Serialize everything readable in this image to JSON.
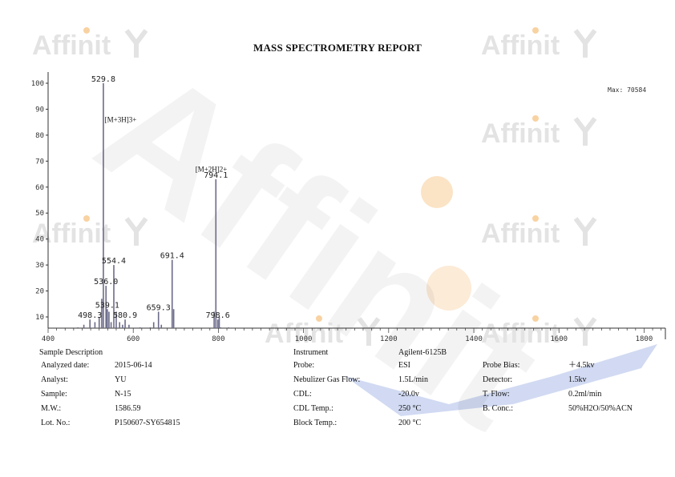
{
  "report": {
    "title": "MASS SPECTROMETRY REPORT",
    "watermark_brand": "Affinit"
  },
  "chart_data": {
    "type": "bar",
    "xlim": [
      400,
      1850
    ],
    "ylim": [
      0,
      100
    ],
    "x_ticks": [
      400,
      600,
      800,
      1000,
      1200,
      1400,
      1600,
      1800
    ],
    "y_ticks": [
      10,
      20,
      30,
      40,
      50,
      60,
      70,
      80,
      90,
      100
    ],
    "max_label": "Max: 70584",
    "peaks": [
      {
        "x": 529.8,
        "y": 100,
        "label": "529.8"
      },
      {
        "x": 794.1,
        "y": 63,
        "label": "794.1"
      },
      {
        "x": 691.4,
        "y": 32,
        "label": "691.4"
      },
      {
        "x": 554.4,
        "y": 30,
        "label": "554.4"
      },
      {
        "x": 536.0,
        "y": 22,
        "label": "536.0"
      },
      {
        "x": 539.1,
        "y": 13,
        "label": "539.1"
      },
      {
        "x": 659.3,
        "y": 12,
        "label": "659.3"
      },
      {
        "x": 580.9,
        "y": 9,
        "label": "580.9"
      },
      {
        "x": 498.3,
        "y": 9,
        "label": "498.3"
      },
      {
        "x": 798.6,
        "y": 9,
        "label": "798.6"
      },
      {
        "x": 470.0,
        "y": 6,
        "label": ""
      },
      {
        "x": 484.0,
        "y": 7,
        "label": ""
      },
      {
        "x": 510.0,
        "y": 8,
        "label": ""
      },
      {
        "x": 520.0,
        "y": 10,
        "label": ""
      },
      {
        "x": 526.0,
        "y": 17,
        "label": ""
      },
      {
        "x": 543.0,
        "y": 12,
        "label": ""
      },
      {
        "x": 548.0,
        "y": 8,
        "label": ""
      },
      {
        "x": 560.0,
        "y": 12,
        "label": ""
      },
      {
        "x": 568.0,
        "y": 8,
        "label": ""
      },
      {
        "x": 575.0,
        "y": 7,
        "label": ""
      },
      {
        "x": 590.0,
        "y": 7,
        "label": ""
      },
      {
        "x": 616.0,
        "y": 6,
        "label": ""
      },
      {
        "x": 640.0,
        "y": 6,
        "label": ""
      },
      {
        "x": 648.0,
        "y": 8,
        "label": ""
      },
      {
        "x": 666.0,
        "y": 7,
        "label": ""
      },
      {
        "x": 695.0,
        "y": 13,
        "label": ""
      },
      {
        "x": 790.0,
        "y": 12,
        "label": ""
      },
      {
        "x": 802.0,
        "y": 10,
        "label": ""
      },
      {
        "x": 805.0,
        "y": 6,
        "label": ""
      },
      {
        "x": 824.0,
        "y": 6,
        "label": ""
      }
    ],
    "annotations": [
      {
        "text": "[M+3H]3+",
        "x": 533,
        "y": 85
      },
      {
        "text": "[M+2H]2+",
        "x": 746,
        "y": 66
      }
    ]
  },
  "sample": {
    "heading": "Sample Description",
    "rows": [
      {
        "label": "Analyzed date:",
        "value": "2015-06-14"
      },
      {
        "label": "Analyst:",
        "value": "YU"
      },
      {
        "label": "Sample:",
        "value": "N-15"
      },
      {
        "label": "M.W.:",
        "value": "1586.59"
      },
      {
        "label": "Lot. No.:",
        "value": "P150607-SY654815"
      }
    ]
  },
  "instrument": {
    "heading": "Instrument",
    "heading_value": "Agilent-6125B",
    "rows": [
      {
        "label": "Probe:",
        "value": "ESI"
      },
      {
        "label": "Nebulizer Gas Flow:",
        "value": "1.5L/min"
      },
      {
        "label": "CDL:",
        "value": "-20.0v"
      },
      {
        "label": "CDL Temp.:",
        "value": "250 °C"
      },
      {
        "label": "Block Temp.:",
        "value": "200 °C"
      }
    ]
  },
  "params": {
    "rows": [
      {
        "label": "Probe Bias:",
        "value": "＋4.5kv"
      },
      {
        "label": "Detector:",
        "value": "1.5kv"
      },
      {
        "label": "T. Flow:",
        "value": "0.2ml/min"
      },
      {
        "label": "B. Conc.:",
        "value": "50%H2O/50%ACN"
      }
    ]
  },
  "colors": {
    "bar": "#6b6b8a",
    "axis": "#333333",
    "wm_text": "#e8e8e8",
    "wm_orange": "#f7c78b",
    "wm_blue": "#6d8fd6"
  }
}
